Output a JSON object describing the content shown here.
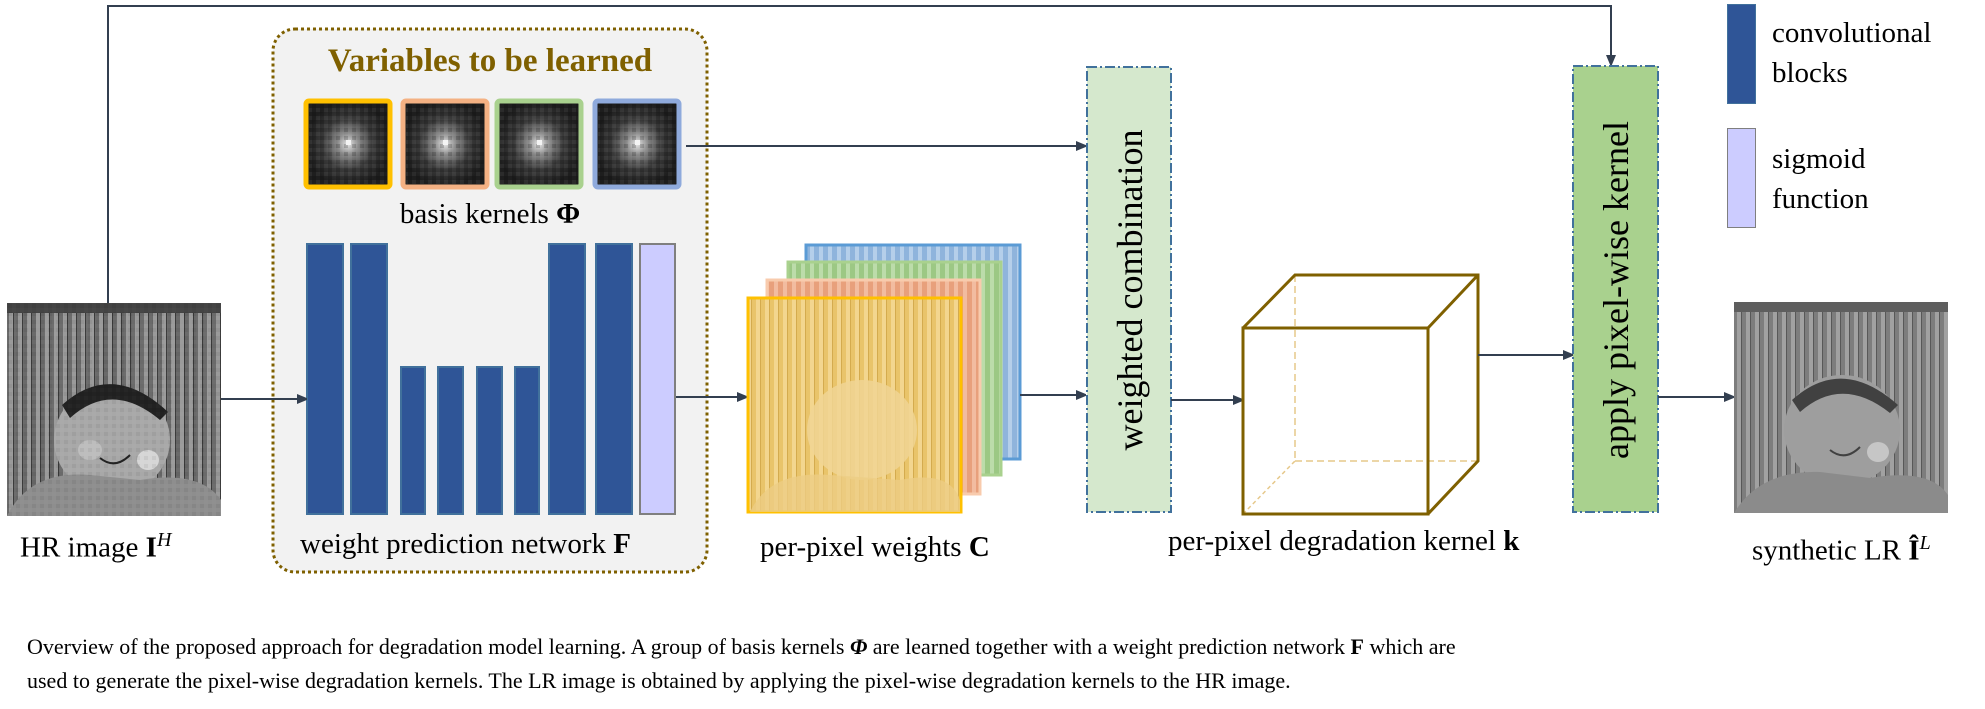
{
  "figure": {
    "group_title": "Variables to be learned",
    "nodes": {
      "hr_image": {
        "label": "HR image ",
        "symbol": "I",
        "superscript": "H"
      },
      "basis_kernels": {
        "label": "basis kernels ",
        "symbol": "Φ",
        "count": 4,
        "border_colors": [
          "#ffc000",
          "#f4b183",
          "#a9d18e",
          "#8faadc"
        ]
      },
      "weight_network": {
        "label": "weight prediction network ",
        "symbol": "F"
      },
      "per_pixel_weights": {
        "label": "per-pixel weights ",
        "symbol": "C",
        "layer_colors": [
          "#5b9bd5",
          "#a9d18e",
          "#f4b183",
          "#ffc000"
        ]
      },
      "weighted_combination": {
        "label": "weighted combination"
      },
      "degradation_kernel": {
        "label": "per-pixel degradation kernel ",
        "symbol": "k"
      },
      "apply_kernel": {
        "label": "apply pixel-wise kernel"
      },
      "lr_image": {
        "label": "synthetic LR ",
        "symbol": "Î",
        "superscript": "L"
      }
    },
    "network_layers": [
      {
        "type": "conv",
        "relative_height": "tall"
      },
      {
        "type": "conv",
        "relative_height": "tall"
      },
      {
        "type": "conv",
        "relative_height": "short"
      },
      {
        "type": "conv",
        "relative_height": "short"
      },
      {
        "type": "conv",
        "relative_height": "short"
      },
      {
        "type": "conv",
        "relative_height": "short"
      },
      {
        "type": "conv",
        "relative_height": "tall"
      },
      {
        "type": "conv",
        "relative_height": "tall"
      },
      {
        "type": "sigmoid",
        "relative_height": "tall"
      }
    ],
    "edges": [
      {
        "from": "hr_image",
        "to": "weight_network"
      },
      {
        "from": "weight_network",
        "to": "per_pixel_weights"
      },
      {
        "from": "basis_kernels",
        "to": "weighted_combination"
      },
      {
        "from": "per_pixel_weights",
        "to": "weighted_combination"
      },
      {
        "from": "weighted_combination",
        "to": "degradation_kernel"
      },
      {
        "from": "degradation_kernel",
        "to": "apply_kernel"
      },
      {
        "from": "hr_image",
        "to": "apply_kernel"
      },
      {
        "from": "apply_kernel",
        "to": "lr_image"
      }
    ]
  },
  "legend": {
    "items": [
      {
        "line1": "convolutional",
        "line2": "blocks",
        "color": "#2f5597"
      },
      {
        "line1": "sigmoid",
        "line2": "function",
        "color": "#ccccff"
      }
    ]
  },
  "caption": {
    "line1_a": "Overview of the proposed approach for degradation model learning. A group of basis kernels ",
    "line1_sym1": "Φ",
    "line1_b": " are learned together with a weight prediction network ",
    "line1_sym2": "F",
    "line1_c": " which are",
    "line2": "used to generate the pixel-wise degradation kernels. The LR image is obtained by applying the pixel-wise degradation kernels to the HR image."
  },
  "colors": {
    "arrow": "#333f50",
    "conv_block": "#2f5597",
    "conv_border": "#41719c",
    "sigmoid_fill": "#ccccff",
    "sigmoid_border": "#7f7f7f",
    "group_border": "#7f6000",
    "group_fill": "#f2f2f2",
    "weighted_fill": "#d5e8cd",
    "apply_fill": "#a9d18e",
    "box_border": "#41719c",
    "cube": "#7f6000",
    "cube_hidden": "#e6c88a"
  }
}
